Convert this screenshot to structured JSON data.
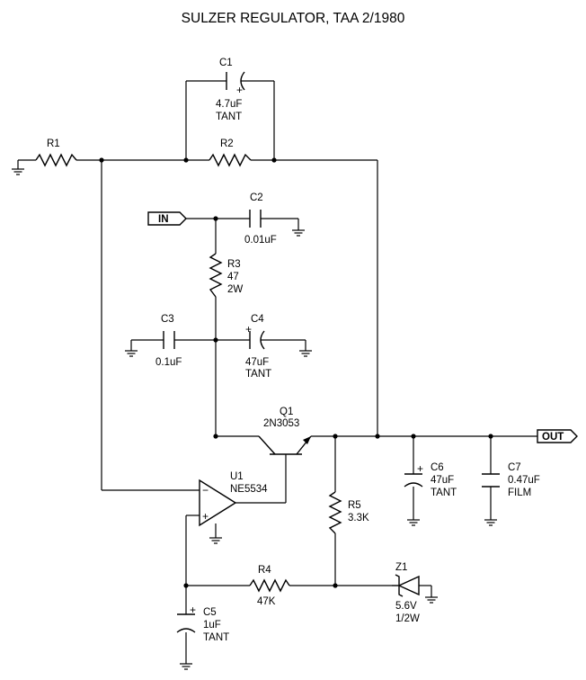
{
  "title": "SULZER REGULATOR, TAA 2/1980",
  "ports": {
    "in": "IN",
    "out": "OUT"
  },
  "components": {
    "r1": {
      "ref": "R1"
    },
    "r2": {
      "ref": "R2"
    },
    "r3": {
      "ref": "R3",
      "value": "47",
      "note": "2W"
    },
    "r4": {
      "ref": "R4",
      "value": "47K"
    },
    "r5": {
      "ref": "R5",
      "value": "3.3K"
    },
    "c1": {
      "ref": "C1",
      "value": "4.7uF",
      "note": "TANT"
    },
    "c2": {
      "ref": "C2",
      "value": "0.01uF"
    },
    "c3": {
      "ref": "C3",
      "value": "0.1uF"
    },
    "c4": {
      "ref": "C4",
      "value": "47uF",
      "note": "TANT"
    },
    "c5": {
      "ref": "C5",
      "value": "1uF",
      "note": "TANT"
    },
    "c6": {
      "ref": "C6",
      "value": "47uF",
      "note": "TANT"
    },
    "c7": {
      "ref": "C7",
      "value": "0.47uF",
      "note": "FILM"
    },
    "q1": {
      "ref": "Q1",
      "value": "2N3053"
    },
    "u1": {
      "ref": "U1",
      "value": "NE5534"
    },
    "z1": {
      "ref": "Z1",
      "value": "5.6V",
      "note": "1/2W"
    }
  },
  "symbols": {
    "plus": "+",
    "minus": "−"
  }
}
